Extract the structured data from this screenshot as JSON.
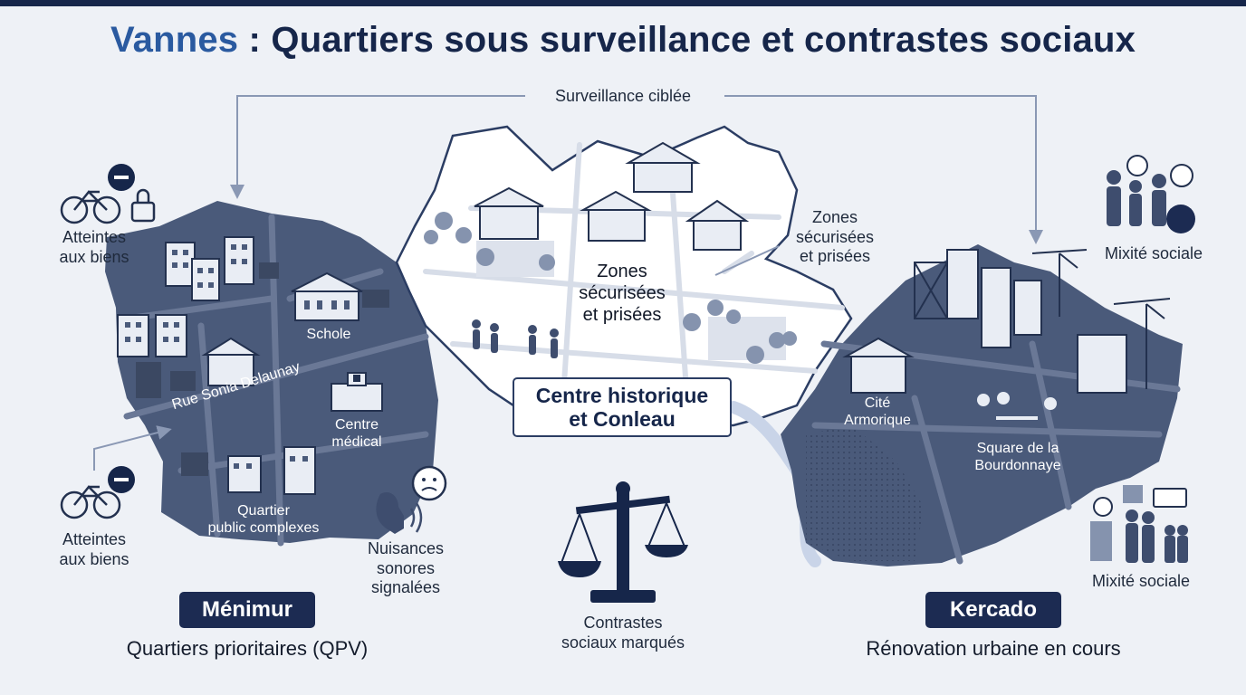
{
  "title": {
    "accent": "Vannes",
    "main": " : Quartiers sous surveillance et contrastes sociaux"
  },
  "top_arrow_label": "Surveillance ciblée",
  "menimur": {
    "badge": "Ménimur",
    "subtitle": "Quartiers prioritaires (QPV)",
    "street": "Rue Sonia Delaunay",
    "schole": "Schole",
    "centre_medical": "Centre\nmédical",
    "quartier": "Quartier\npublic complexes"
  },
  "left_side": {
    "atteintes_top": "Atteintes\naux biens",
    "atteintes_bottom": "Atteintes\naux biens",
    "nuisances": "Nuisances\nsonores\nsignalées"
  },
  "centre": {
    "box": "Centre historique\net Conleau",
    "zones_inner": "Zones\nsécurisées\net prisées",
    "zones_outer": "Zones\nsécurisées\net prisées"
  },
  "contrastes": "Contrastes\nsociaux marqués",
  "kercado": {
    "badge": "Kercado",
    "subtitle": "Rénovation urbaine en cours",
    "cite": "Cité\nArmorique",
    "square": "Square de la\nBourdonnaye"
  },
  "right_side": {
    "mixite_top": "Mixité sociale",
    "mixite_bottom": "Mixité sociale"
  },
  "colors": {
    "navy": "#16264a",
    "district": "#4a5a7a",
    "accent_blue": "#2a5aa0",
    "background": "#eef1f6"
  }
}
